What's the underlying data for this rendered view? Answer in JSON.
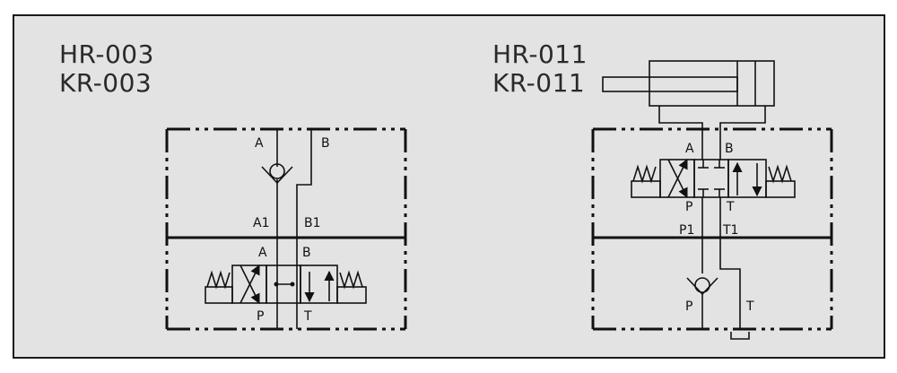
{
  "left_module": {
    "codes": [
      "HR-003",
      "KR-003"
    ],
    "ports": {
      "a_top": "A",
      "b_top": "B",
      "a1": "A1",
      "b1": "B1",
      "a_valve": "A",
      "b_valve": "B",
      "p": "P",
      "t": "T"
    }
  },
  "right_module": {
    "codes": [
      "HR-011",
      "KR-011"
    ],
    "ports": {
      "a_valve": "A",
      "b_valve": "B",
      "p_valve": "P",
      "t_valve": "T",
      "p1": "P1",
      "t1": "T1",
      "p": "P",
      "t": "T"
    }
  }
}
